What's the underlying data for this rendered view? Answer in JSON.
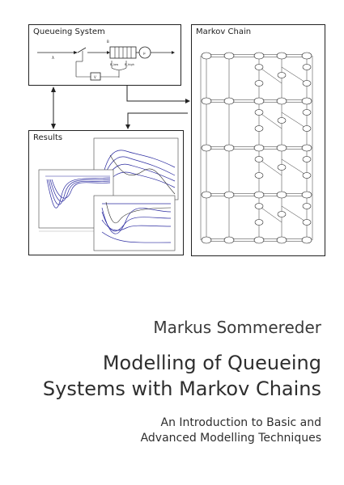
{
  "panels": {
    "queueing_system": {
      "title": "Queueing System",
      "labels": {
        "arrival": "λ",
        "buffer": "B",
        "buffer_low": "B_low",
        "buffer_high": "B_high",
        "server": "μ",
        "control": "V"
      }
    },
    "markov_chain": {
      "title": "Markov Chain"
    },
    "results": {
      "title": "Results"
    }
  },
  "cover": {
    "author": "Markus Sommereder",
    "title_lines": [
      "Modelling of Queueing",
      "Systems with Markov Chains"
    ],
    "subtitle_lines": [
      "An Introduction to Basic and",
      "Advanced Modelling Techniques"
    ]
  },
  "colors": {
    "frame": "#222222",
    "text": "#2e2e2e",
    "plot_line": "#2b2ba0"
  }
}
